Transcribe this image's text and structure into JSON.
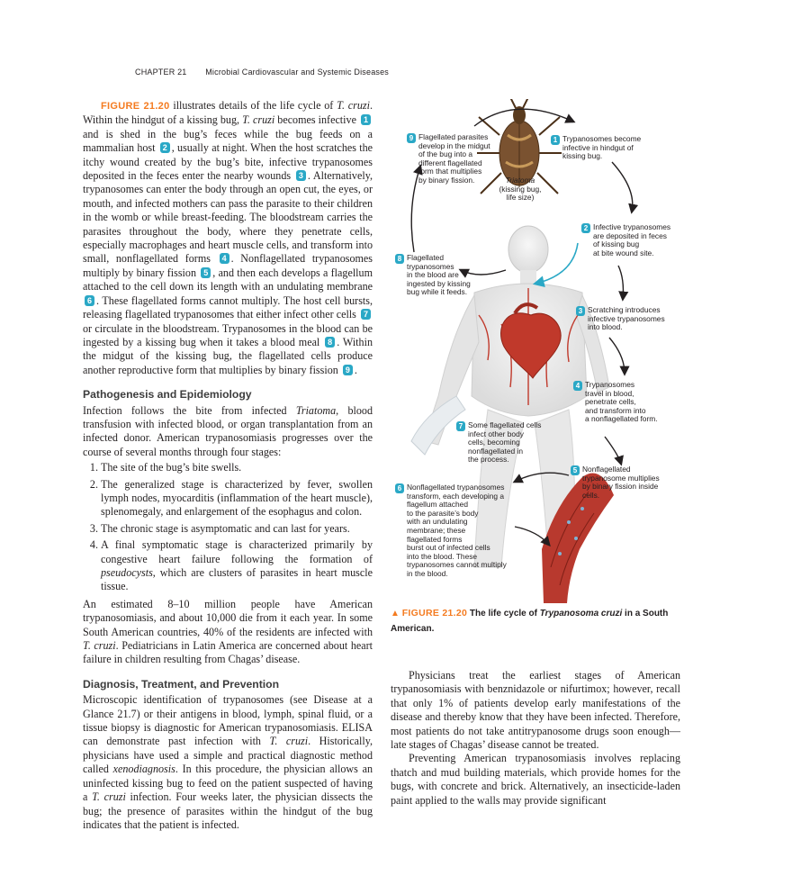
{
  "header": {
    "chapter": "CHAPTER 21",
    "title": "Microbial Cardiovascular and Systemic Diseases"
  },
  "left": {
    "p1": {
      "figref": "FIGURE 21.20",
      "t1": " illustrates details of the life cycle of ",
      "i1": "T. cruzi",
      "t2": ". Within the hindgut of a kissing bug, ",
      "i2": "T. cruzi",
      "t3": " becomes infective ",
      "t4": " and is shed in the bug’s feces while the bug feeds on a mammalian host ",
      "t5": ", usually at night. When the host scratches the itchy wound created by the bug’s bite, infective trypanosomes deposited in the feces enter the nearby wounds ",
      "t6": ". Alternatively, trypanosomes can enter the body through an open cut, the eyes, or mouth, and infected mothers can pass the parasite to their children in the womb or while breast-feeding. The bloodstream carries the parasites throughout the body, where they penetrate cells, especially macrophages and heart muscle cells, and transform into small, nonflagellated forms ",
      "t7": ". Nonflagellated trypanosomes multiply by binary fission ",
      "t8": ", and then each develops a flagellum attached to the cell down its length with an undulating membrane ",
      "t9": ". These flagellated forms cannot multiply. The host cell bursts, releasing flagellated trypanosomes that either infect other cells ",
      "t10": " or circulate in the bloodstream. Trypanosomes in the blood can be ingested by a kissing bug when it takes a blood meal ",
      "t11": ". Within the midgut of the kissing bug, the flagellated cells produce another reproductive form that multiplies by binary fission ",
      "t12": "."
    },
    "h_patho": "Pathogenesis and Epidemiology",
    "p2": {
      "t1": "Infection follows the bite from infected ",
      "i1": "Triatoma",
      "t2": ", blood transfusion with infected blood, or organ transplantation from an infected donor. American trypanosomiasis progresses over the course of several months through four stages:"
    },
    "stages": [
      "The site of the bug’s bite swells.",
      "The generalized stage is characterized by fever, swollen lymph nodes, myocarditis (inflammation of the heart muscle), splenomegaly, and enlargement of the esophagus and colon.",
      "The chronic stage is asymptomatic and can last for years."
    ],
    "stage4": {
      "t1": "A final symptomatic stage is characterized primarily by congestive heart failure following the formation of ",
      "i1": "pseudocysts",
      "t2": ", which are clusters of parasites in heart muscle tissue."
    },
    "p3": {
      "t1": "An estimated 8–10 million people have American trypanosomiasis, and about 10,000 die from it each year. In some South American countries, 40% of the residents are infected with ",
      "i1": "T. cruzi",
      "t2": ". Pediatricians in Latin America are concerned about heart failure in children resulting from Chagas’ disease."
    },
    "h_diag": "Diagnosis, Treatment, and Prevention",
    "p4": {
      "t1": "Microscopic identification of trypanosomes (see Disease at a Glance 21.7) or their antigens in blood, lymph, spinal fluid, or a tissue biopsy is diagnostic for American trypanosomiasis. ELISA can demonstrate past infection with ",
      "i1": "T. cruzi",
      "t2": ". Historically, physicians have used a simple and practical diagnostic method called ",
      "i2": "xenodiagnosis",
      "t3": ". In this procedure, the physician allows an uninfected kissing bug to feed on the patient suspected of having a ",
      "i3": "T. cruzi",
      "t4": " infection. Four weeks later, the physician dissects the bug; the presence of parasites within the hindgut of the bug indicates that the patient is infected."
    }
  },
  "right": {
    "p1": "Physicians treat the earliest stages of American trypanosomiasis with benznidazole or nifurtimox; however, recall that only 1% of patients develop early manifestations of the disease and thereby know that they have been infected. Therefore, most patients do not take antitrypanosome drugs soon enough—late stages of Chagas’ disease cannot be treated.",
    "p2": "Preventing American trypanosomiasis involves replacing thatch and mud building materials, which provide homes for the bugs, with concrete and brick. Alternatively, an insecticide-laden paint applied to the walls may provide significant"
  },
  "figure": {
    "triatoma": "Triatoma",
    "bug_note": "(kissing bug,\nlife size)",
    "steps": [
      {
        "n": "1",
        "text": "Trypanosomes become\ninfective in hindgut of\nkissing bug."
      },
      {
        "n": "2",
        "text": "Infective trypanosomes\nare deposited in feces\nof kissing bug\nat bite wound site."
      },
      {
        "n": "3",
        "text": "Scratching introduces\ninfective trypanosomes\ninto blood."
      },
      {
        "n": "4",
        "text": "Trypanosomes\ntravel in blood,\npenetrate cells,\nand transform into\na nonflagellated form."
      },
      {
        "n": "5",
        "text": "Nonflagellated\ntrypanosome multiplies\nby binary fission inside\ncells."
      },
      {
        "n": "6",
        "text": "Nonflagellated trypanosomes\ntransform, each developing a\nflagellum attached\nto the parasite’s body\nwith an undulating\nmembrane; these\nflagellated forms\nburst out of infected cells\ninto the blood. These\ntrypanosomes cannot multiply\nin the blood."
      },
      {
        "n": "7",
        "text": "Some flagellated cells\ninfect other body\ncells, becoming\nnonflagellated in\nthe process."
      },
      {
        "n": "8",
        "text": "Flagellated\ntrypanosomes\nin the blood are\ningested by kissing\nbug while it feeds."
      },
      {
        "n": "9",
        "text": "Flagellated parasites\ndevelop in the midgut\nof the bug into a\ndifferent flagellated\nform that multiplies\nby binary fission."
      }
    ],
    "caption": {
      "figref": "FIGURE 21.20",
      "t1": " The life cycle of ",
      "i1": "Trypanosoma cruzi",
      "t2": " in a South American."
    }
  }
}
